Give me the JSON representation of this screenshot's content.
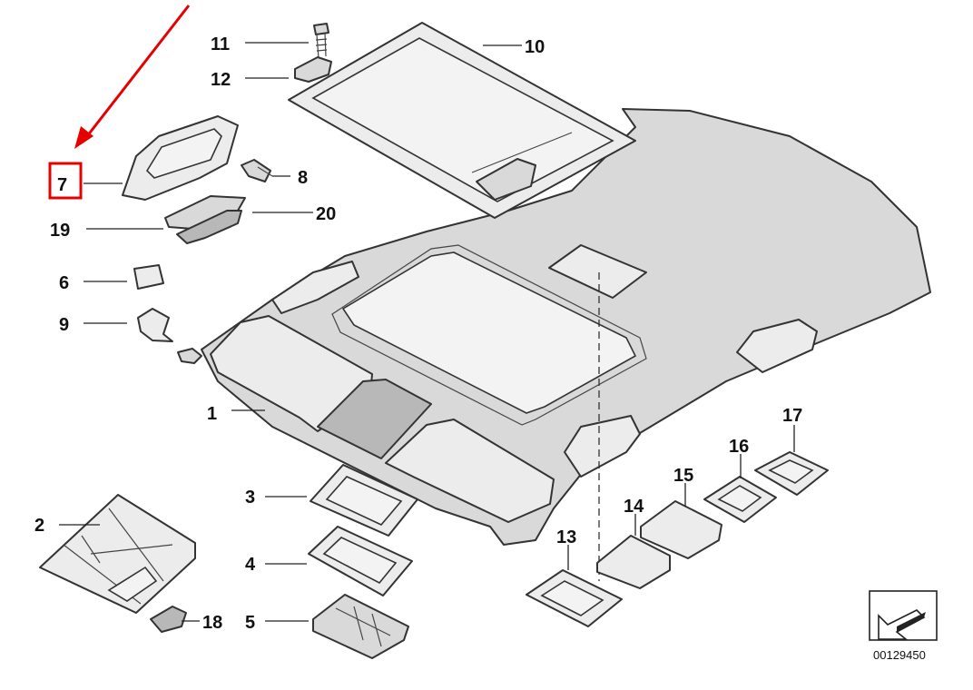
{
  "callouts": {
    "c1": "1",
    "c2": "2",
    "c3": "3",
    "c4": "4",
    "c5": "5",
    "c6": "6",
    "c7": "7",
    "c8": "8",
    "c9": "9",
    "c10": "10",
    "c11": "11",
    "c12": "12",
    "c13": "13",
    "c14": "14",
    "c15": "15",
    "c16": "16",
    "c17": "17",
    "c18": "18",
    "c19": "19",
    "c20": "20"
  },
  "highlight": {
    "part": "7",
    "color": "#e60000"
  },
  "diagram_id": "00129450"
}
